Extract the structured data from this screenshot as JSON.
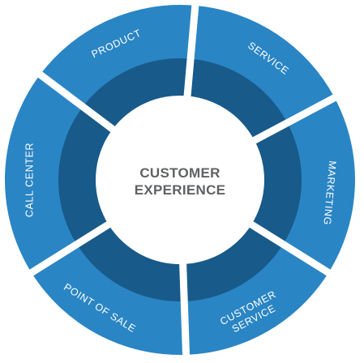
{
  "center": {
    "lines": [
      "CUSTOMER",
      "EXPERIENCE"
    ],
    "color": "#5f6163"
  },
  "colors": {
    "outer_ring": "#2a85c4",
    "inner_ring": "#185a8a",
    "gap": "#ffffff",
    "label": "#ffffff"
  },
  "segments": [
    {
      "id": "product",
      "lines": [
        "PRODUCT"
      ]
    },
    {
      "id": "service",
      "lines": [
        "SERVICE"
      ]
    },
    {
      "id": "marketing",
      "lines": [
        "MARKETING"
      ]
    },
    {
      "id": "customer-service",
      "lines": [
        "CUSTOMER",
        "SERVICE"
      ]
    },
    {
      "id": "point-of-sale",
      "lines": [
        "POINT OF SALE"
      ]
    },
    {
      "id": "call-center",
      "lines": [
        "CALL CENTER"
      ]
    }
  ]
}
